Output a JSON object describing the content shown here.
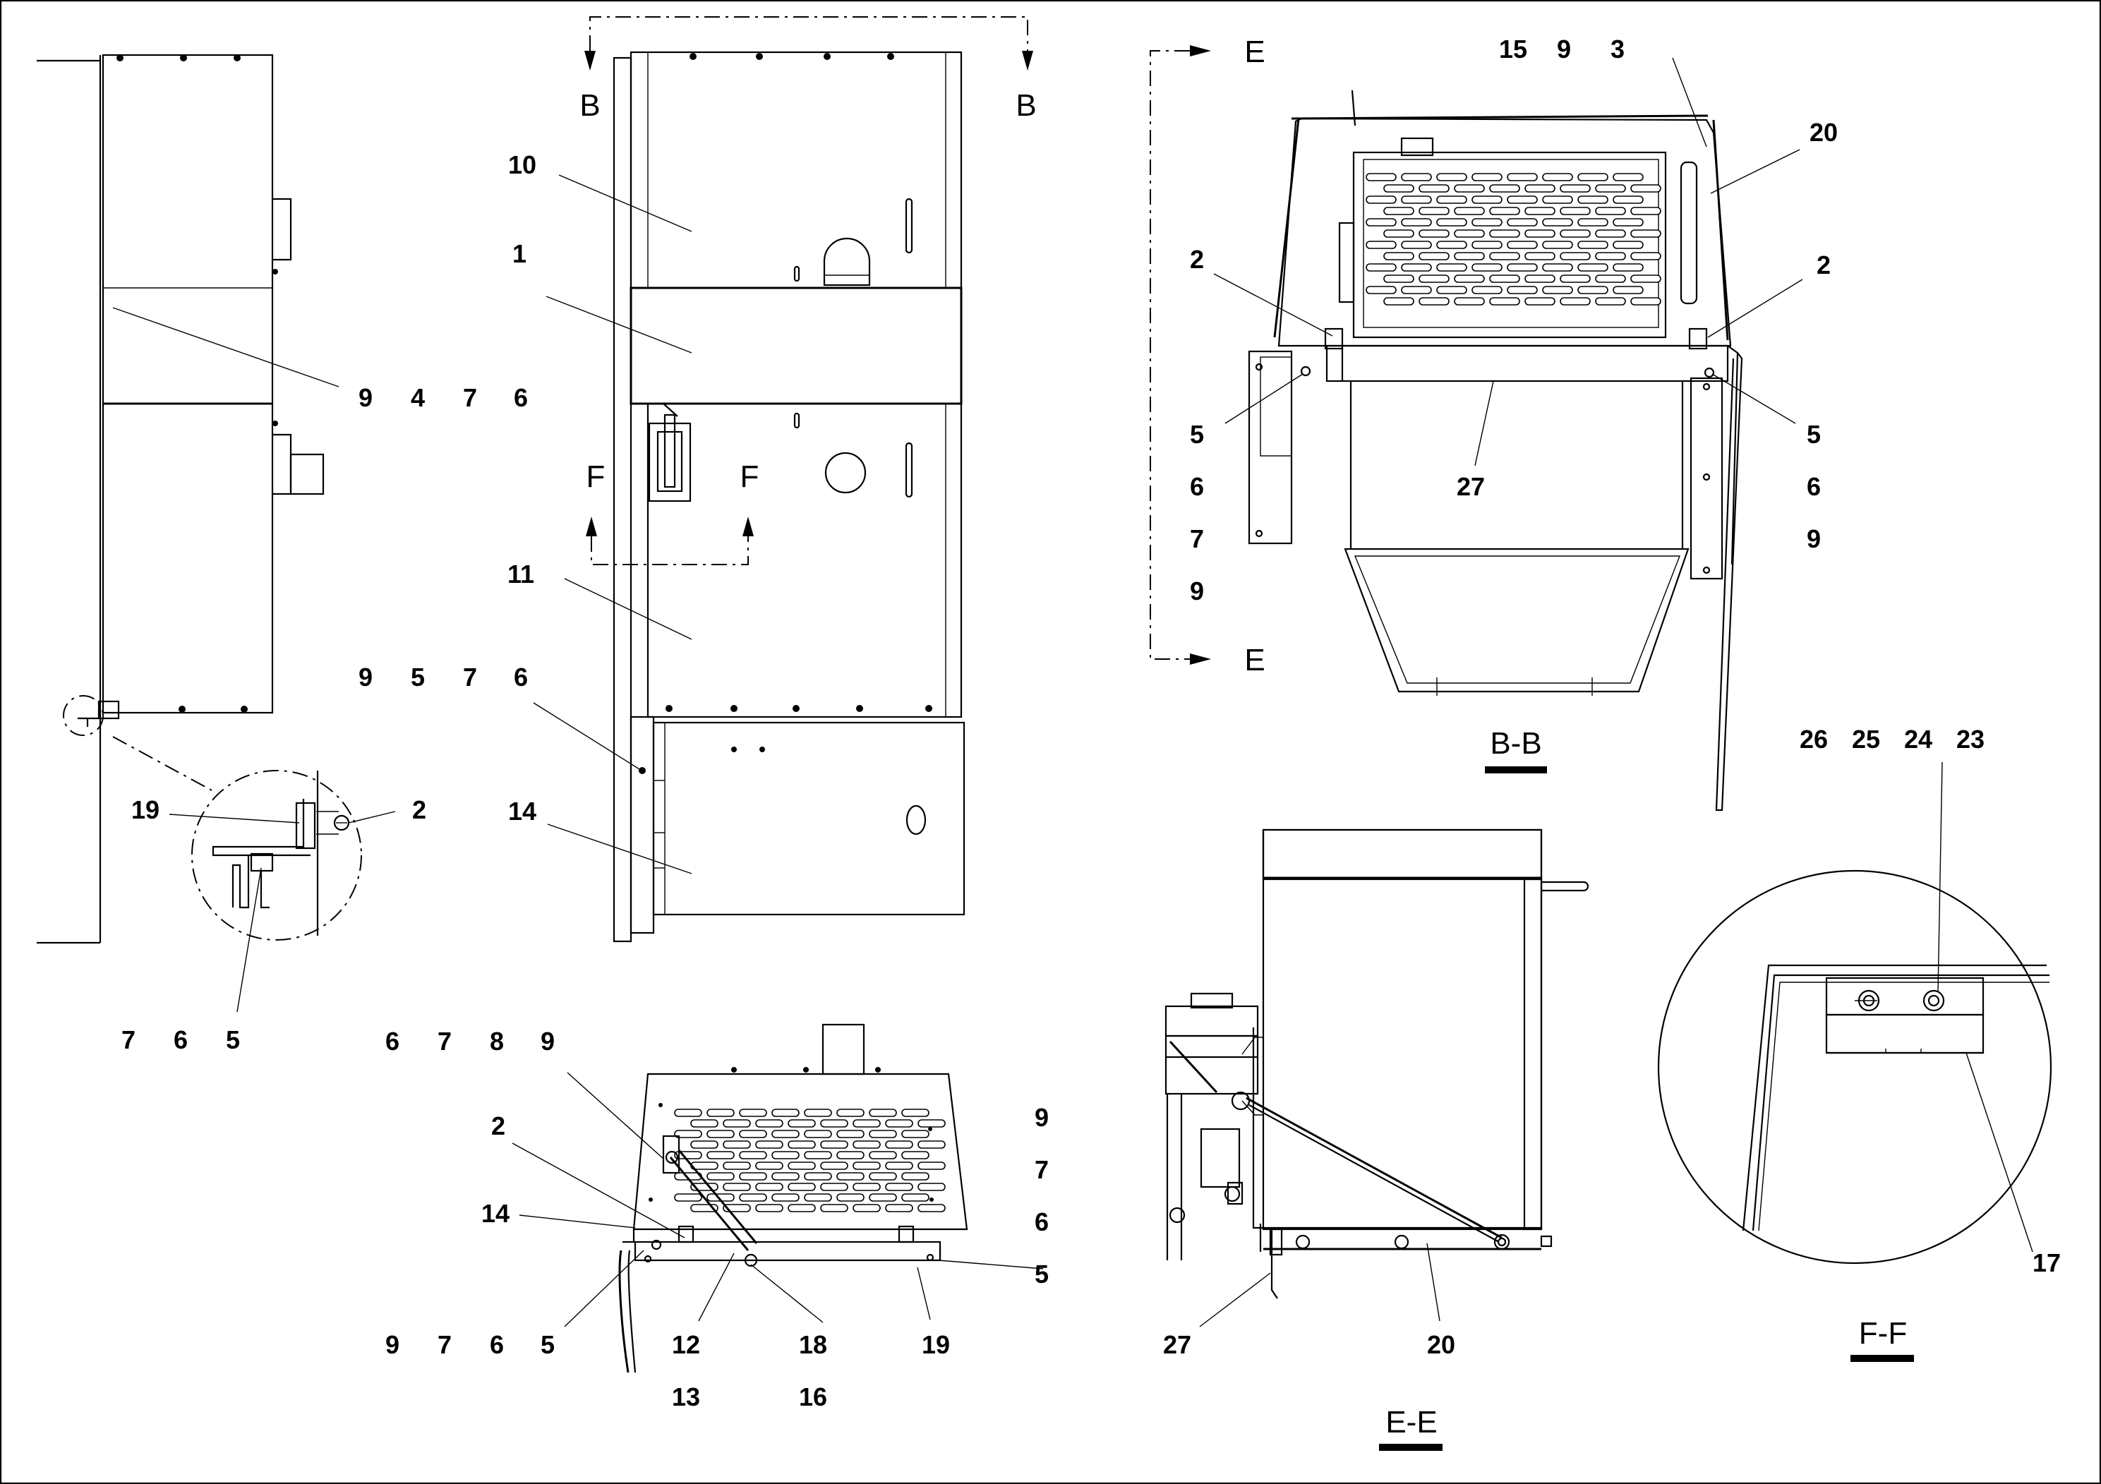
{
  "drawing": {
    "callouts": {
      "left_view": {
        "row_top": [
          "9",
          "4",
          "7",
          "6"
        ],
        "detail_19": "19",
        "detail_2": "2",
        "detail_bottom": [
          "7",
          "6",
          "5"
        ]
      },
      "front_view": {
        "c10": "10",
        "c1": "1",
        "c11": "11",
        "row_mid": [
          "9",
          "5",
          "7",
          "6"
        ],
        "c14": "14"
      },
      "bottom_view": {
        "row_top": [
          "6",
          "7",
          "8",
          "9"
        ],
        "c2": "2",
        "c14": "14",
        "row_bottom": [
          "9",
          "7",
          "6",
          "5"
        ],
        "c12": "12",
        "c18": "18",
        "c19": "19",
        "c13": "13",
        "c16": "16",
        "col_right": [
          "9",
          "7",
          "6",
          "5"
        ]
      },
      "bb_view": {
        "row_top": [
          "15",
          "9",
          "3"
        ],
        "c20": "20",
        "c2_left": "2",
        "c2_right": "2",
        "col_left": [
          "5",
          "6",
          "7",
          "9"
        ],
        "col_right": [
          "5",
          "6",
          "9"
        ],
        "c27": "27"
      },
      "ee_view": {
        "c27": "27",
        "c20": "20"
      },
      "ff_view": {
        "row_top": [
          "26",
          "25",
          "24",
          "23"
        ],
        "c17": "17"
      }
    },
    "section_marks": {
      "b_left": "B",
      "b_right": "B",
      "f_left": "F",
      "f_right": "F",
      "e_top": "E",
      "e_bottom": "E"
    },
    "view_titles": {
      "bb": "B-B",
      "ee": "E-E",
      "ff": "F-F"
    }
  }
}
